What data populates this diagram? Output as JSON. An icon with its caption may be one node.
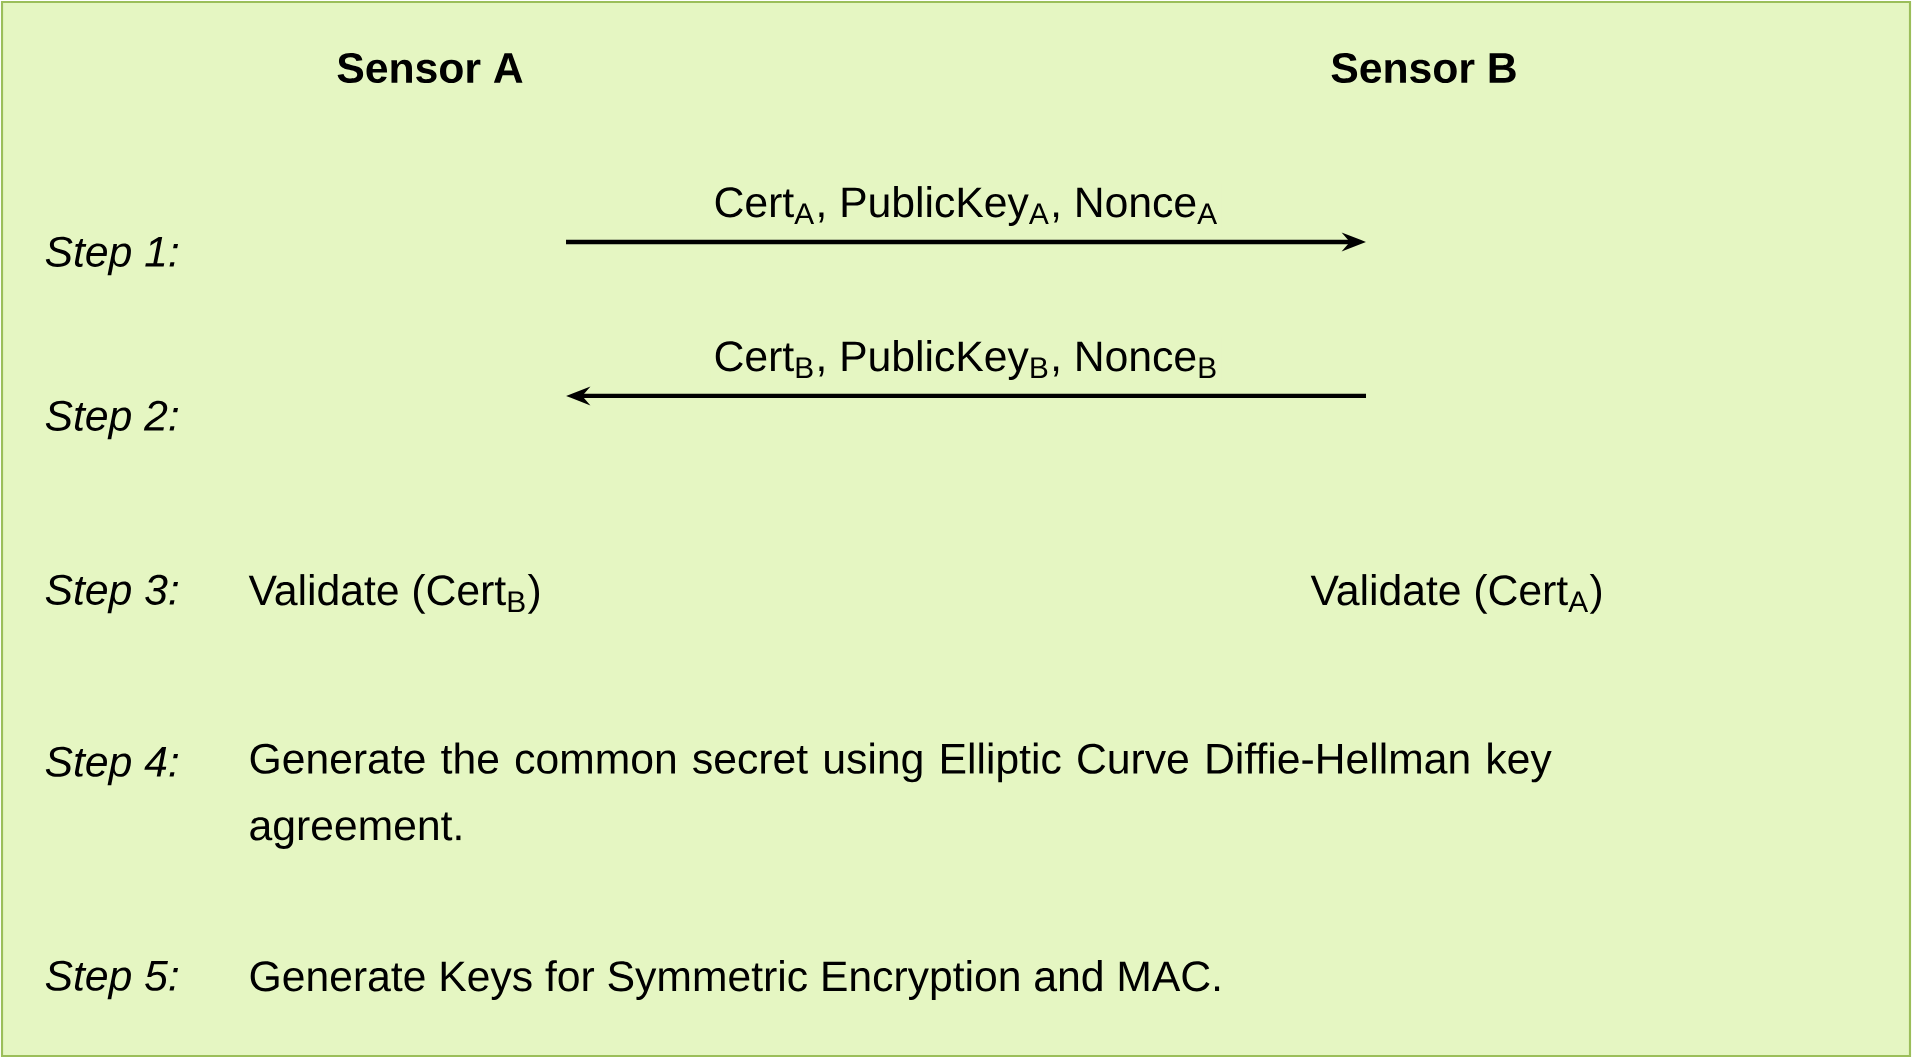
{
  "diagram": {
    "nodes": [
      {
        "text": [
          "Sensor A"
        ]
      },
      {
        "text": [
          "Sensor B"
        ]
      }
    ],
    "labels": [
      "Cert$_{A}$, PublicKey$_{A}$, Nonce$_{A}$",
      "Step 1:",
      "Cert$_{B}$, PublicKey$_{B}$, Nonce$_{B}$",
      "Step 2:",
      "Step 3:",
      "Validate (Cert$_{B}$)",
      "Validate (Cert$_{A}$)",
      "Step 4:",
      "Generate the common secret using Elliptic Curve Diffie-Hellman key agreement.",
      "Step 5:",
      "Generate Keys for Symmetric Encryption and MAC."
    ]
  }
}
